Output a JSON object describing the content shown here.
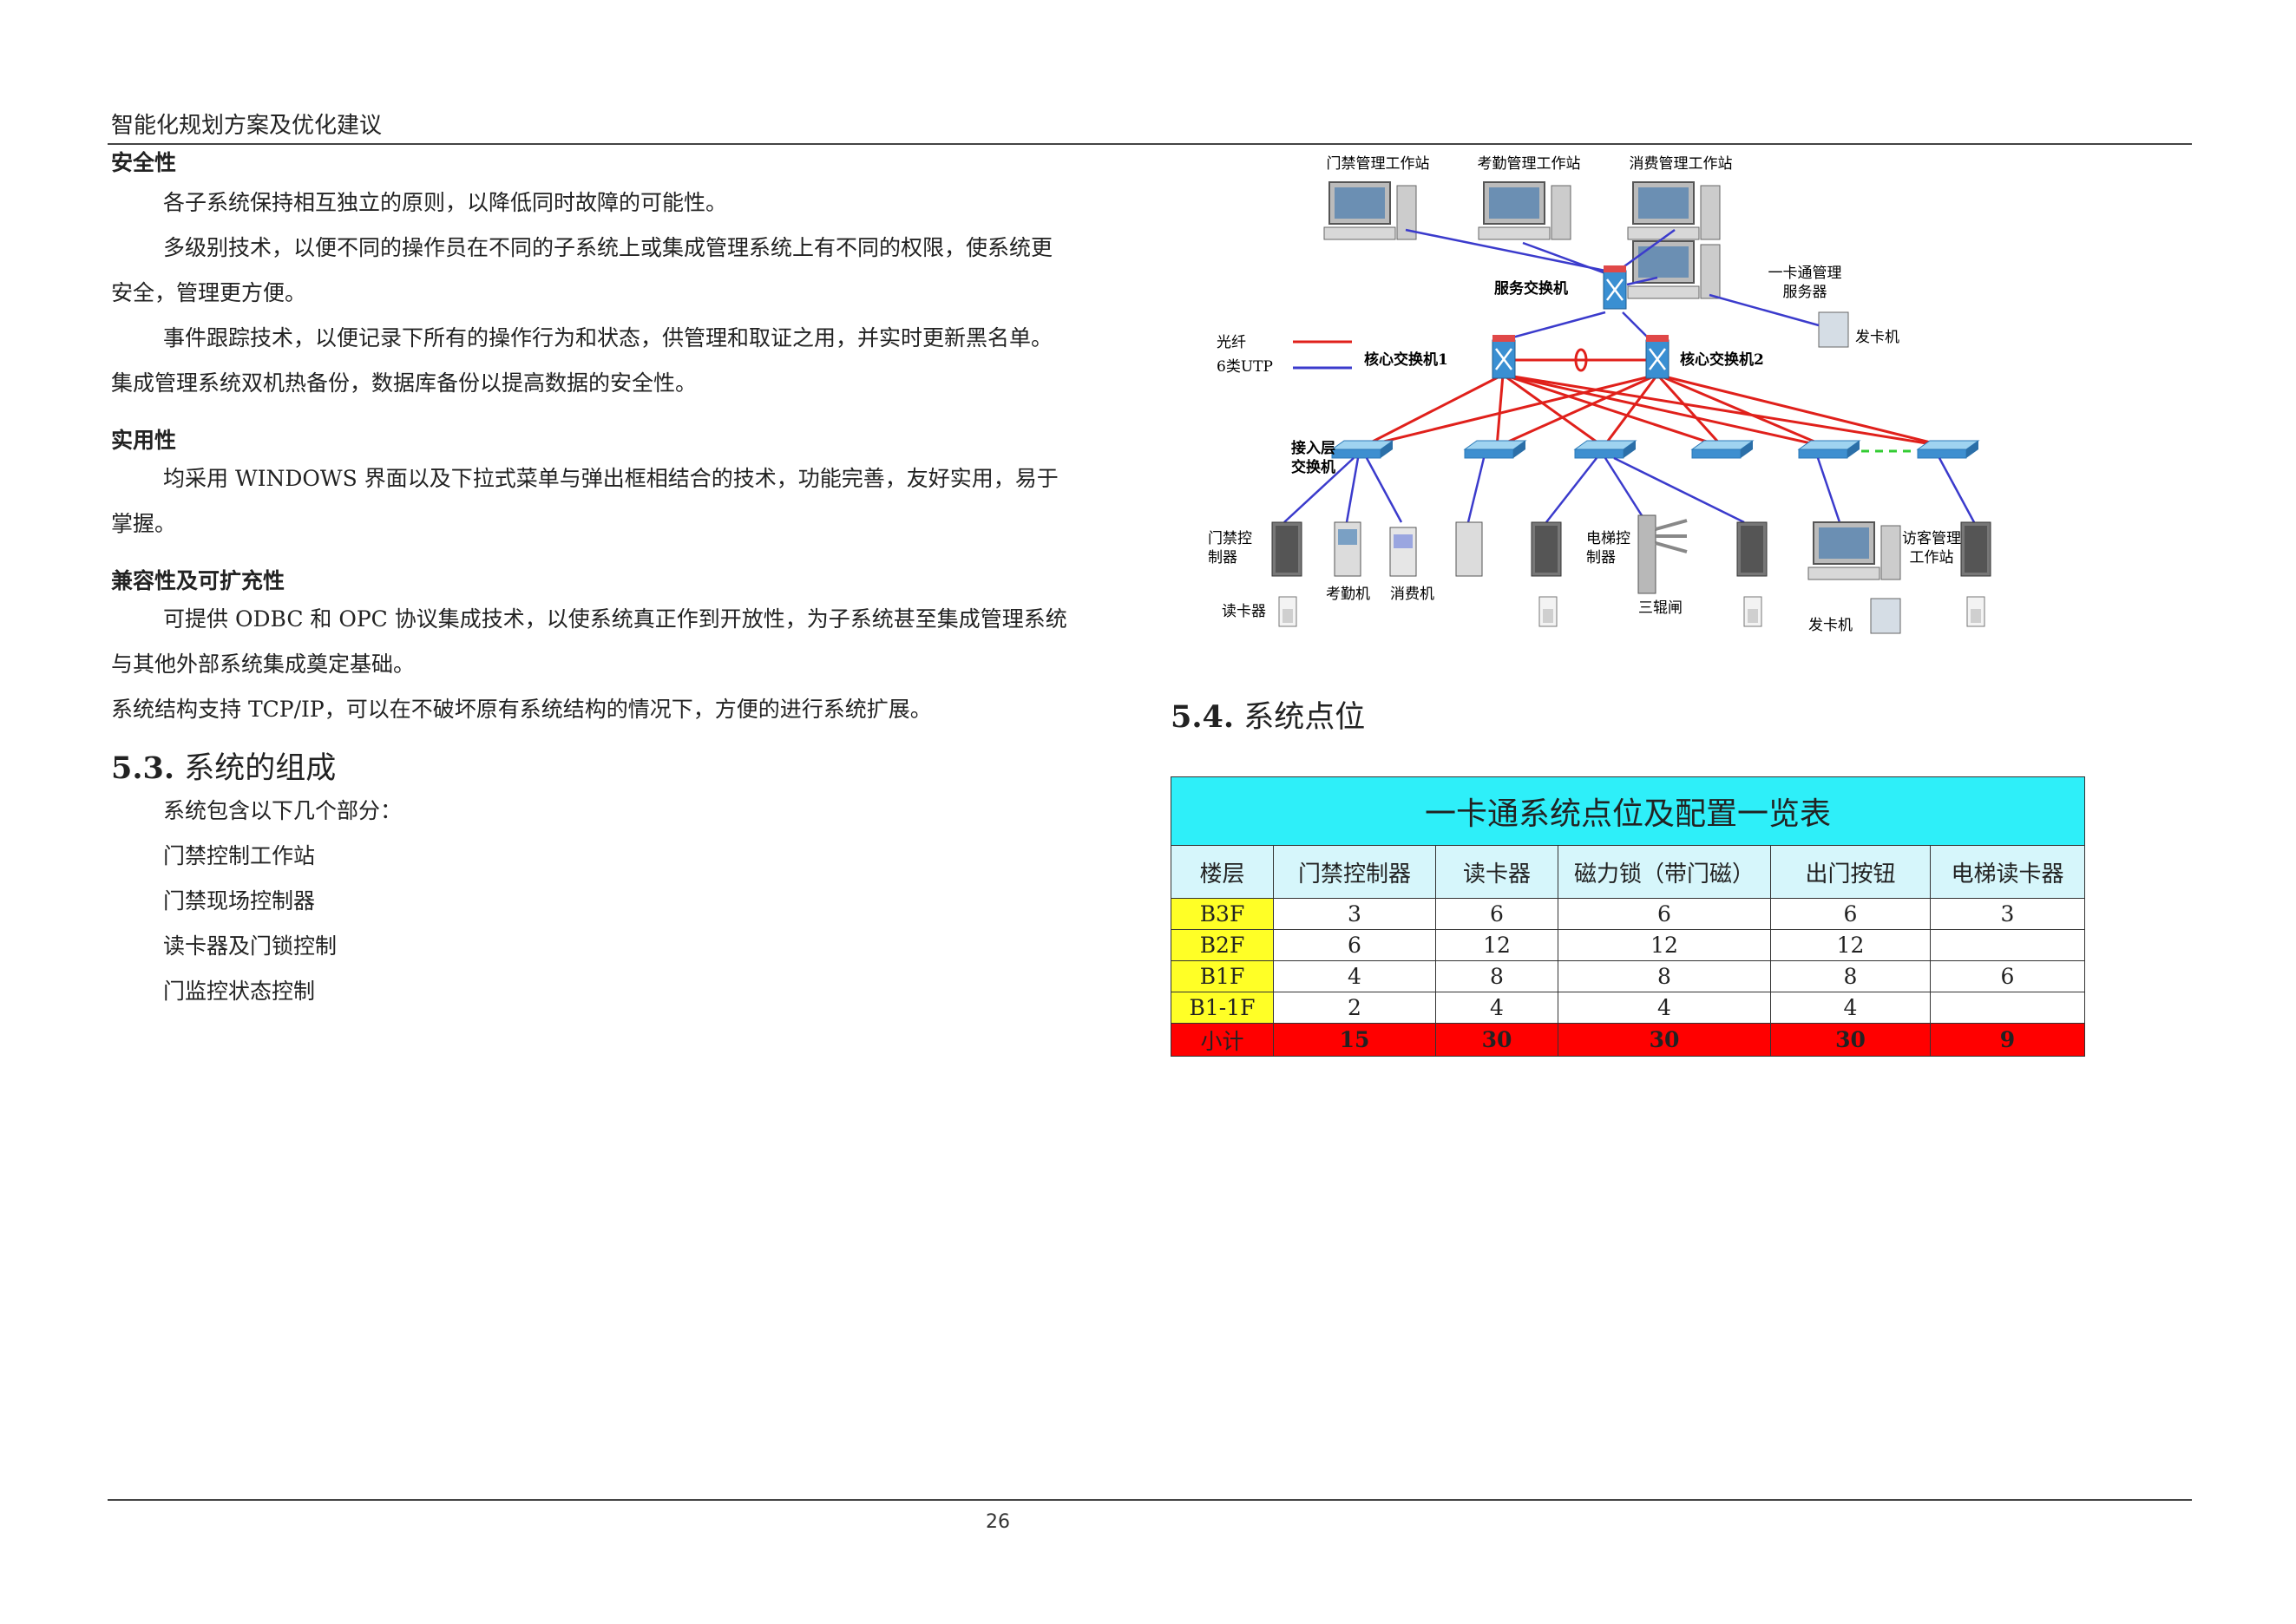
{
  "header": {
    "title": "智能化规划方案及优化建议"
  },
  "left": {
    "security": {
      "heading": "安全性",
      "p1": "各子系统保持相互独立的原则，以降低同时故障的可能性。",
      "p2a": "多级别技术，以便不同的操作员在不同的子系统上或集成管理系统上有不同的权限，使系统更",
      "p2b": "安全，管理更方便。",
      "p3a": "事件跟踪技术，以便记录下所有的操作行为和状态，供管理和取证之用，并实时更新黑名单。",
      "p3b": "集成管理系统双机热备份，数据库备份以提高数据的安全性。"
    },
    "practical": {
      "heading": "实用性",
      "p1a": "均采用 WINDOWS 界面以及下拉式菜单与弹出框相结合的技术，功能完善，友好实用，易于",
      "p1b": "掌握。"
    },
    "compat": {
      "heading": "兼容性及可扩充性",
      "p1a": "可提供 ODBC 和 OPC 协议集成技术，以使系统真正作到开放性，为子系统甚至集成管理系统",
      "p1b": "与其他外部系统集成奠定基础。",
      "p2": "系统结构支持 TCP/IP，可以在不破坏原有系统结构的情况下，方便的进行系统扩展。"
    },
    "section53": {
      "num": "5.3.",
      "title": "系统的组成",
      "intro": "系统包含以下几个部分：",
      "items": [
        "门禁控制工作站",
        "门禁现场控制器",
        "读卡器及门锁控制",
        "门监控状态控制"
      ]
    }
  },
  "diagram": {
    "workstations": [
      "门禁管理工作站",
      "考勤管理工作站",
      "消费管理工作站"
    ],
    "server_label_1": "一卡通管理",
    "server_label_2": "服务器",
    "card_issuer": "发卡机",
    "service_switch": "服务交换机",
    "core1": "核心交换机1",
    "core2": "核心交换机2",
    "legend_fiber": "光纤",
    "legend_utp": "6类UTP",
    "access_label_1": "接入层",
    "access_label_2": "交换机",
    "door_ctrl_1": "门禁控",
    "door_ctrl_2": "制器",
    "card_reader": "读卡器",
    "attendance": "考勤机",
    "consume": "消费机",
    "elevator_1": "电梯控",
    "elevator_2": "制器",
    "turnstile": "三辊闸",
    "visitor_1": "访客管理",
    "visitor_2": "工作站",
    "card_issuer_2": "发卡机",
    "colors": {
      "fiber": "#e0201b",
      "utp": "#3b3bcc",
      "dash": "#33cc33"
    }
  },
  "section54": {
    "num": "5.4.",
    "title": "系统点位"
  },
  "table": {
    "title": "一卡通系统点位及配置一览表",
    "headers": [
      "楼层",
      "门禁控制器",
      "读卡器",
      "磁力锁（带门磁）",
      "出门按钮",
      "电梯读卡器"
    ],
    "rows": [
      [
        "B3F",
        "3",
        "6",
        "6",
        "6",
        "3"
      ],
      [
        "B2F",
        "6",
        "12",
        "12",
        "12",
        ""
      ],
      [
        "B1F",
        "4",
        "8",
        "8",
        "8",
        "6"
      ],
      [
        "B1-1F",
        "2",
        "4",
        "4",
        "4",
        ""
      ]
    ],
    "total": [
      "小计",
      "15",
      "30",
      "30",
      "30",
      "9"
    ],
    "colors": {
      "title_bg": "#2eeff9",
      "floor_bg": "#ffff26",
      "total_bg": "#ff0000"
    }
  },
  "footer": {
    "page": "26"
  }
}
